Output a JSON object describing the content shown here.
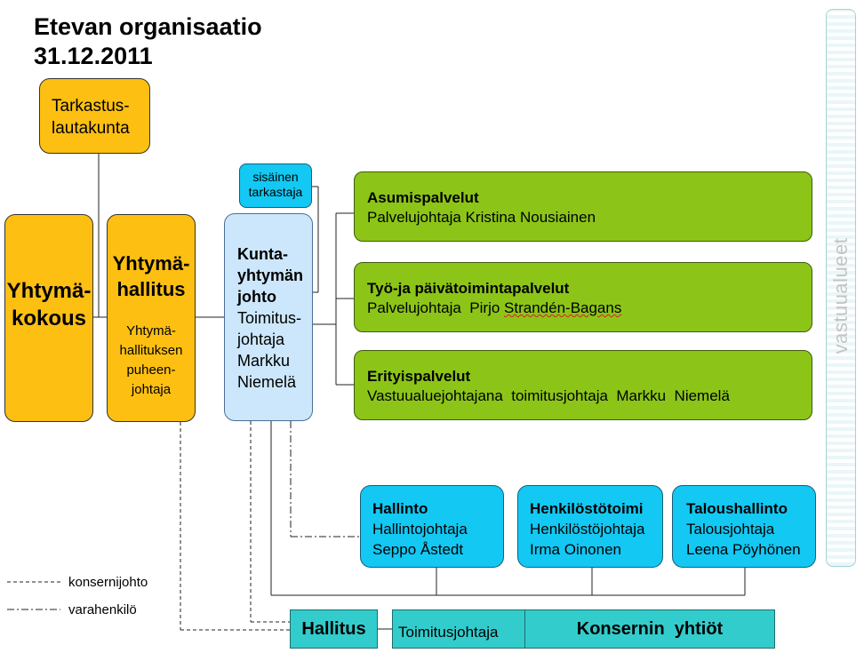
{
  "title": {
    "line1": "Etevan organisaatio",
    "line2": "31.12.2011"
  },
  "boxes": {
    "tarkastus": {
      "line1": "Tarkastus-",
      "line2": "lautakunta"
    },
    "kokous": {
      "line1": "Yhtymä-",
      "line2": "kokous"
    },
    "hallitus": {
      "title1": "Yhtymä-",
      "title2": "hallitus",
      "sub1": "Yhtymä-",
      "sub2": "hallituksen",
      "sub3": "puheen-",
      "sub4": "johtaja"
    },
    "sisainen": {
      "line1": "sisäinen",
      "line2": "tarkastaja"
    },
    "johto": {
      "title1": "Kunta-",
      "title2": "yhtymän",
      "title3": "johto",
      "sub1": "Toimitus-",
      "sub2": "johtaja",
      "sub3": "Markku",
      "sub4": "Niemelä"
    }
  },
  "services": [
    {
      "name": "Asumispalvelut",
      "role": "Palvelujohtaja  Kristina Nousiainen"
    },
    {
      "name": "Työ-ja päivätoimintapalvelut",
      "role_prefix": "Palvelujohtaja  Pirjo ",
      "role_name": "Strandén-Bagans"
    },
    {
      "name": "Erityispalvelut",
      "role": "Vastuualuejohtajana  toimitusjohtaja  Markku  Niemelä"
    }
  ],
  "support": [
    {
      "name": "Hallinto",
      "role": "Hallintojohtaja",
      "person": "Seppo Åstedt"
    },
    {
      "name": "Henkilöstötoimi",
      "role": "Henkilöstöjohtaja",
      "person": "Irma Oinonen"
    },
    {
      "name": "Taloushallinto",
      "role": "Talousjohtaja",
      "person": "Leena Pöyhönen"
    }
  ],
  "group": {
    "hallitus": "Hallitus",
    "toimitusjohtaja": "Toimitusjohtaja",
    "konserni": "Konsernin  yhtiöt"
  },
  "side_label": "vastuualueet",
  "legend": [
    {
      "label": "konsernijohto",
      "style": "dashed"
    },
    {
      "label": "varahenkilö",
      "style": "dash-dot"
    }
  ],
  "colors": {
    "orange": "#fdbf12",
    "light_blue": "#cce7fb",
    "cyan": "#13c8f3",
    "green": "#8cc518",
    "teal": "#33cccc"
  }
}
